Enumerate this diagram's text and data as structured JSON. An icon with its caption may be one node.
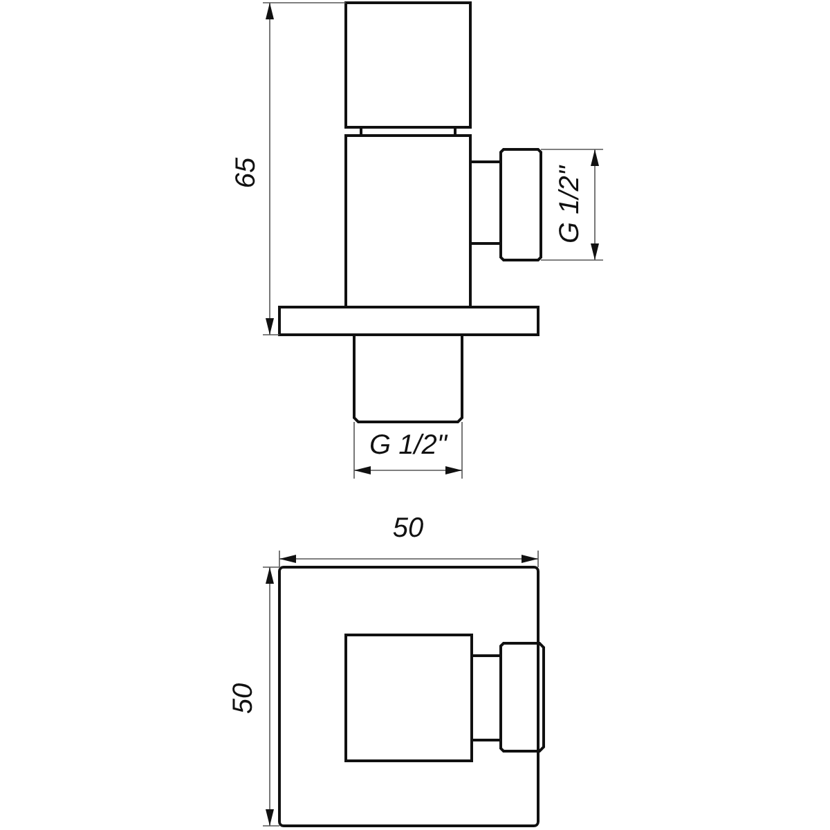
{
  "diagram": {
    "labels": [
      "65",
      "G 1/2\"",
      "G 1/2\"",
      "50",
      "50"
    ]
  }
}
